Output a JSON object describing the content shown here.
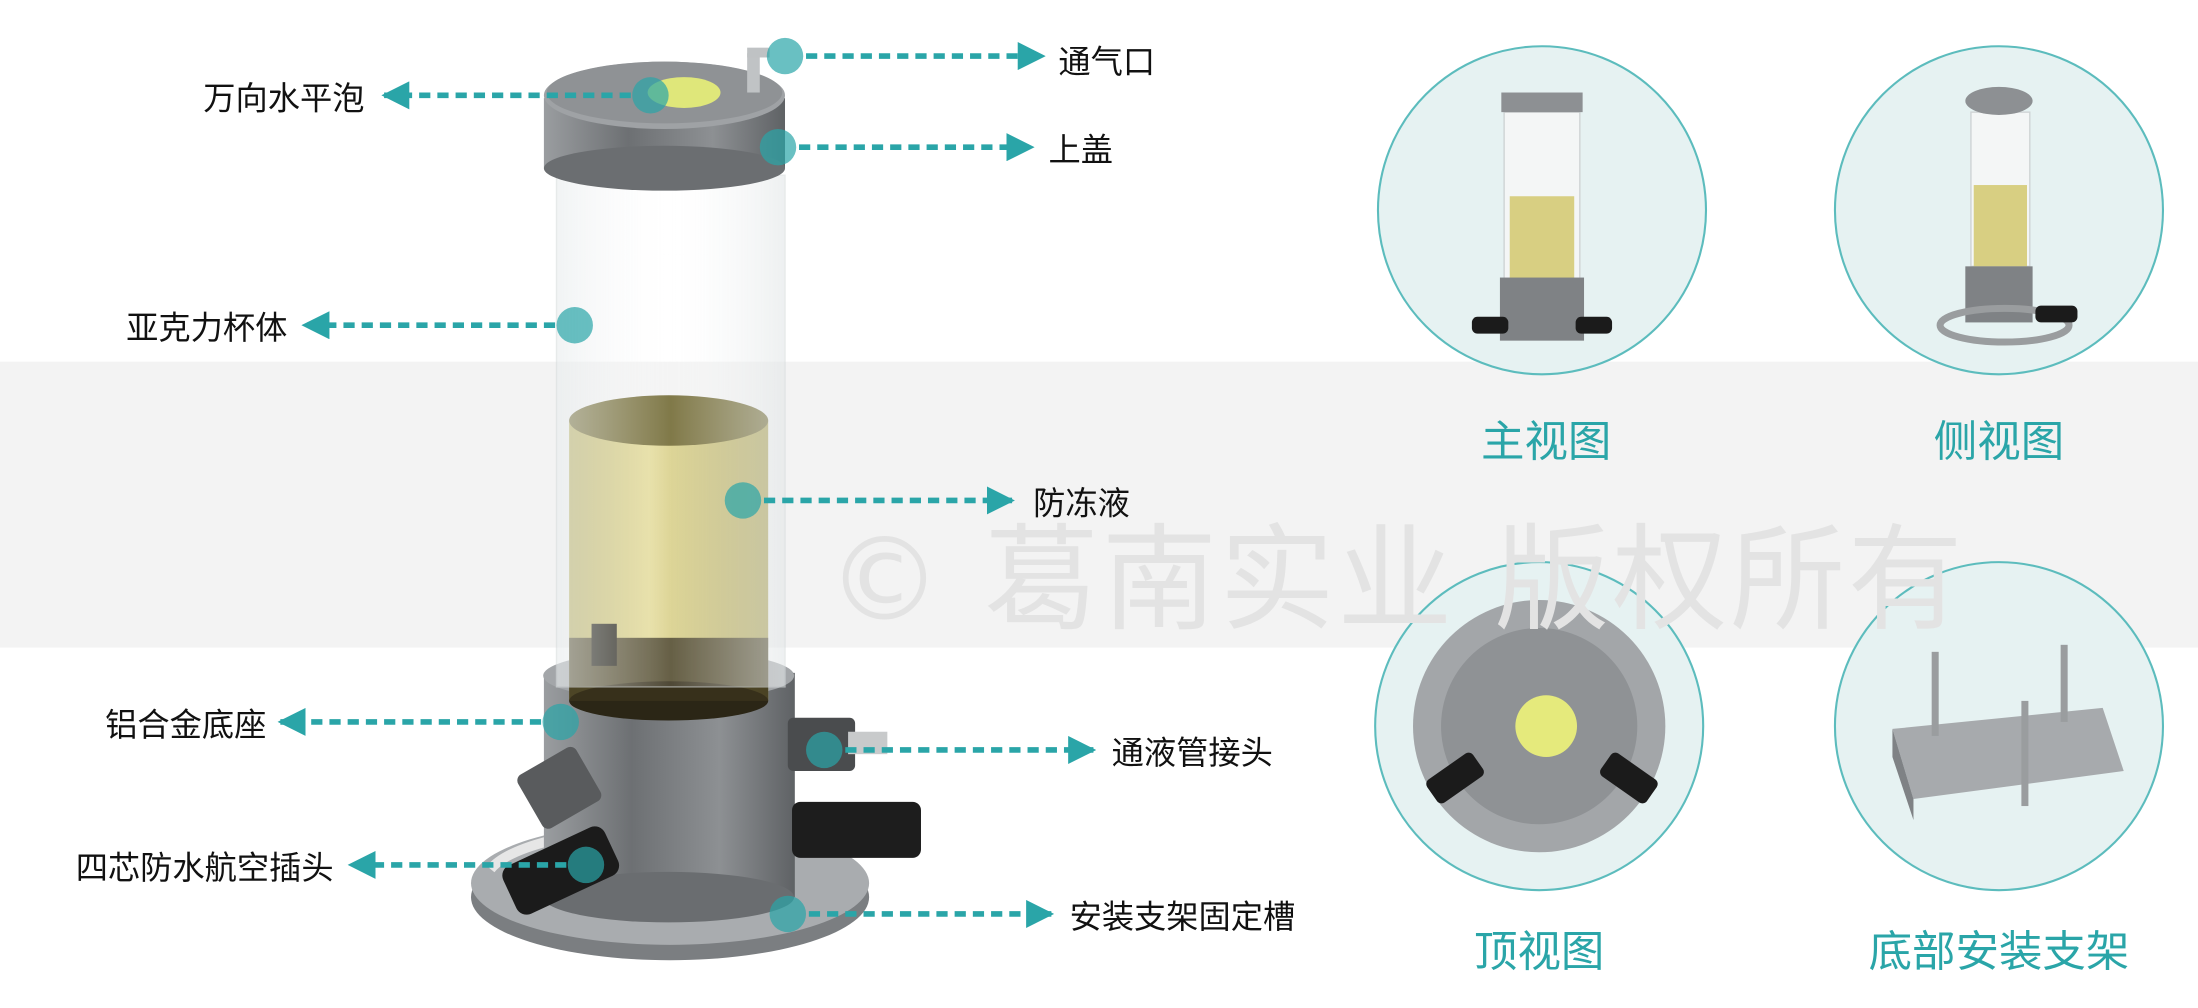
{
  "watermark": "© 葛南实业 版权所有",
  "colors": {
    "accent": "#2aa5a8",
    "band": "#f3f3f3",
    "view_circle": "#e6f2f2",
    "liquid": "#d8cf82",
    "metal": "#8e9194"
  },
  "callouts": [
    {
      "label": "通气口",
      "side": "right"
    },
    {
      "label": "万向水平泡",
      "side": "left"
    },
    {
      "label": "上盖",
      "side": "right"
    },
    {
      "label": "亚克力杯体",
      "side": "left"
    },
    {
      "label": "防冻液",
      "side": "right"
    },
    {
      "label": "铝合金底座",
      "side": "left"
    },
    {
      "label": "通液管接头",
      "side": "right"
    },
    {
      "label": "四芯防水航空插头",
      "side": "left"
    },
    {
      "label": "安装支架固定槽",
      "side": "right"
    }
  ],
  "views": [
    {
      "caption": "主视图"
    },
    {
      "caption": "侧视图"
    },
    {
      "caption": "顶视图"
    },
    {
      "caption": "底部安装支架"
    }
  ]
}
